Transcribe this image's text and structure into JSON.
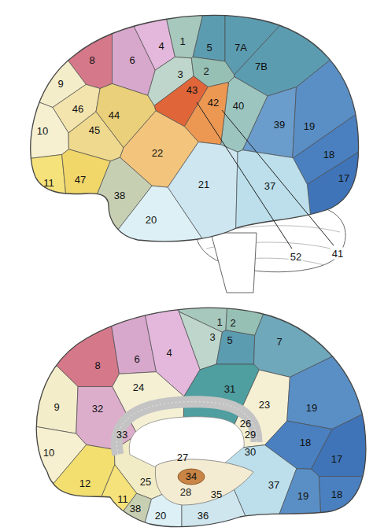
{
  "diagram": {
    "labels": [
      "8",
      "6",
      "4",
      "1",
      "9",
      "5",
      "7A",
      "3",
      "2",
      "7B",
      "46",
      "43",
      "40",
      "42",
      "10",
      "45",
      "44",
      "39",
      "19",
      "22",
      "18",
      "11",
      "47",
      "17",
      "38",
      "21",
      "37",
      "20",
      "52",
      "41",
      "1",
      "2",
      "3",
      "8",
      "6",
      "4",
      "5",
      "7",
      "24",
      "31",
      "9",
      "32",
      "23",
      "19",
      "26",
      "29",
      "33",
      "18",
      "30",
      "10",
      "27",
      "17",
      "34",
      "12",
      "25",
      "28",
      "35",
      "37",
      "19",
      "18",
      "11",
      "38",
      "20",
      "36"
    ]
  }
}
